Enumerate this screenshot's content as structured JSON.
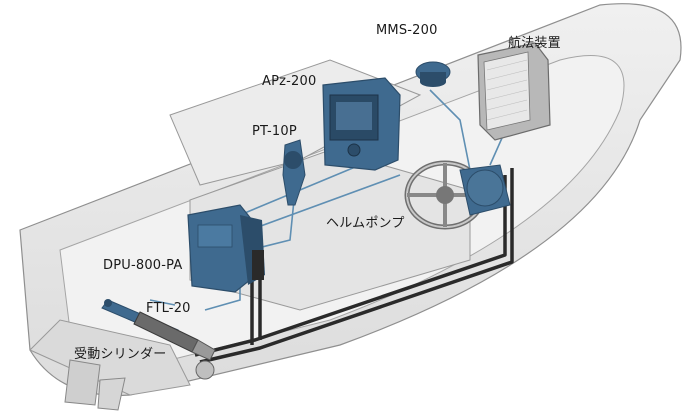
{
  "labels": {
    "mms": "MMS-200",
    "navigation": "航法装置",
    "apz": "APz-200",
    "pt": "PT-10P",
    "helm_pump": "ヘルムポンプ",
    "dpu": "DPU-800-PA",
    "ftl": "FTL-20",
    "cylinder": "受動シリンダー"
  },
  "colors": {
    "hull_fill": "#e9e9e9",
    "hull_stroke": "#8f8f8f",
    "unit_blue": "#3f6a8f",
    "unit_blue_dark": "#2c4d6a",
    "cable_blue": "#5f8fb3",
    "hose_black": "#2a2a2a"
  }
}
